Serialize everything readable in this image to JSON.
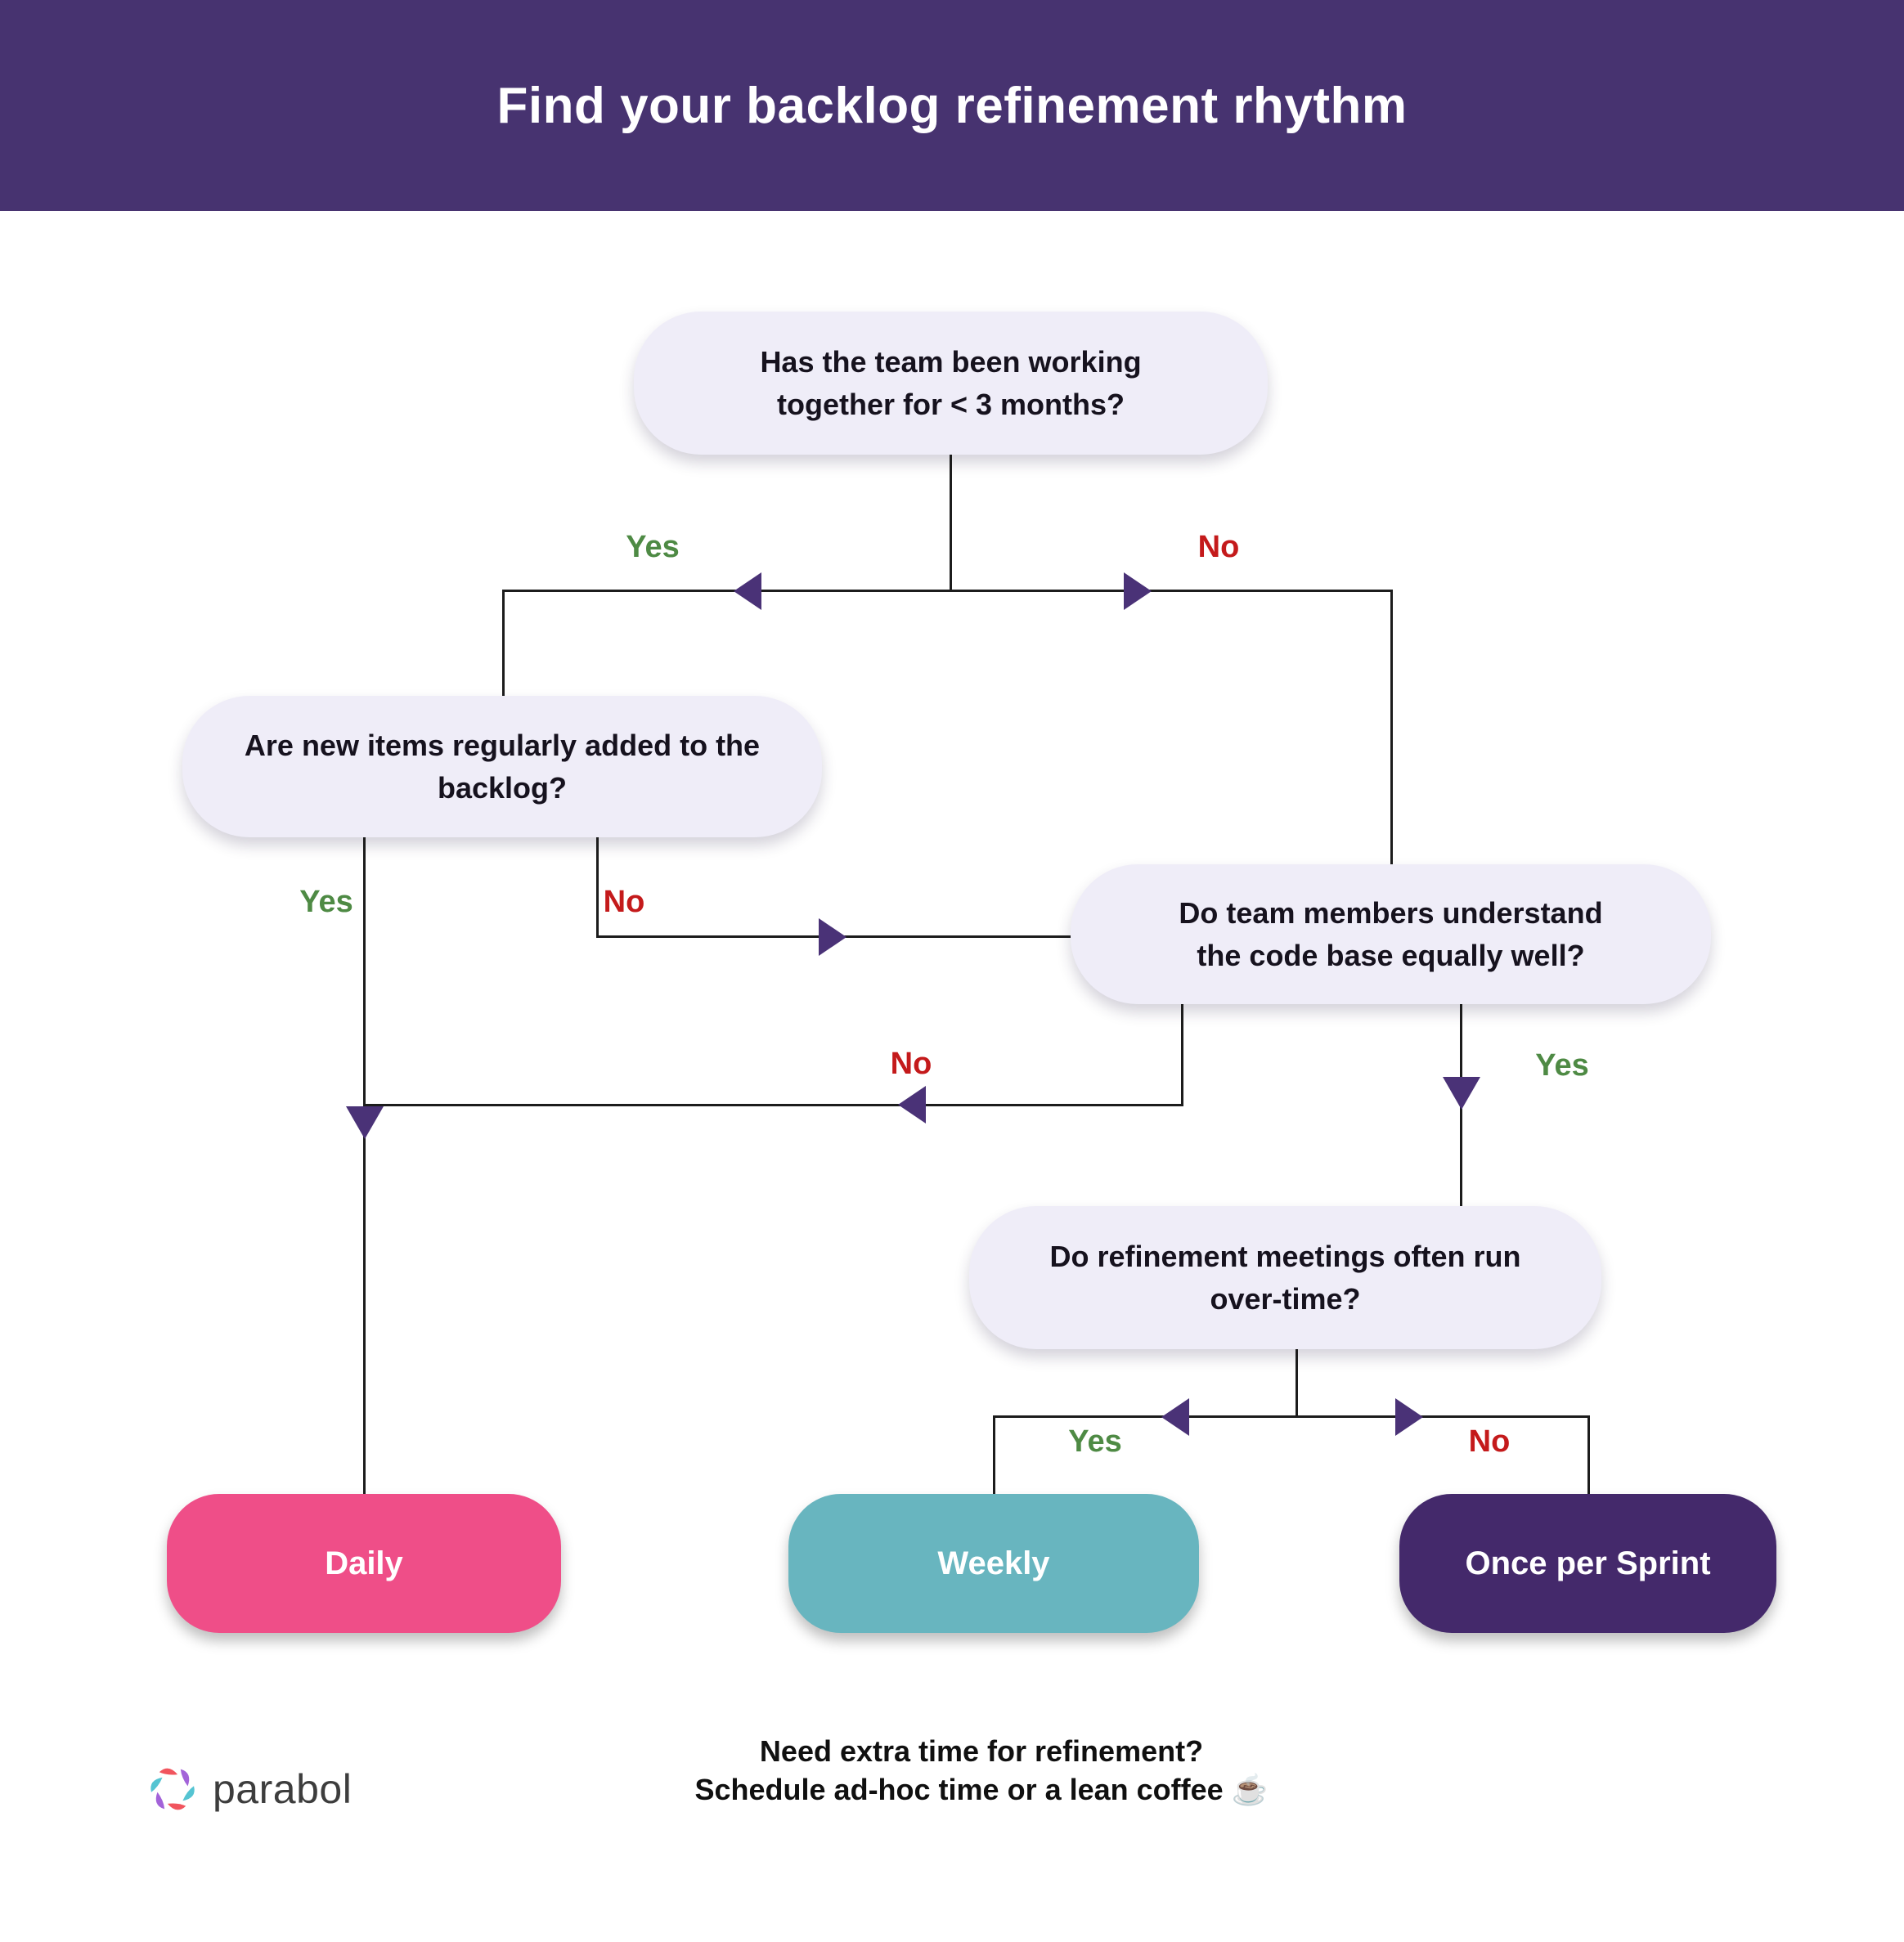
{
  "header": {
    "title": "Find your backlog refinement rhythm"
  },
  "flow": {
    "nodes": [
      {
        "id": "q1",
        "lines": [
          "Has the team been working",
          "together for < 3 months?"
        ]
      },
      {
        "id": "q2",
        "lines": [
          "Are new items regularly added to the",
          "backlog?"
        ]
      },
      {
        "id": "q3",
        "lines": [
          "Do team members understand",
          "the code base equally well?"
        ]
      },
      {
        "id": "q4",
        "lines": [
          "Do refinement meetings often run",
          "over-time?"
        ]
      }
    ],
    "branches": [
      {
        "from": "q1",
        "label": "Yes"
      },
      {
        "from": "q1",
        "label": "No"
      },
      {
        "from": "q2",
        "label": "Yes"
      },
      {
        "from": "q2",
        "label": "No"
      },
      {
        "from": "q3",
        "label": "No"
      },
      {
        "from": "q3",
        "label": "Yes"
      },
      {
        "from": "q4",
        "label": "Yes"
      },
      {
        "from": "q4",
        "label": "No"
      }
    ],
    "outcomes": [
      {
        "label": "Daily",
        "color": "#EF4E88"
      },
      {
        "label": "Weekly",
        "color": "#68B5BF"
      },
      {
        "label": "Once per Sprint",
        "color": "#44296B"
      }
    ]
  },
  "footer": {
    "line1": "Need extra time for refinement?",
    "line2": "Schedule ad-hoc time or a lean coffee ☕"
  },
  "logo": {
    "wordmark": "parabol",
    "petal_colors": [
      "#F1555E",
      "#A363D9",
      "#55C4D2"
    ]
  },
  "colors": {
    "header_bg": "#473370",
    "node_bg": "#EFEDF8",
    "line": "#1C1C1C",
    "arrow": "#4A3277",
    "yes_green": "#4E8A44",
    "no_red": "#C41A1B"
  }
}
